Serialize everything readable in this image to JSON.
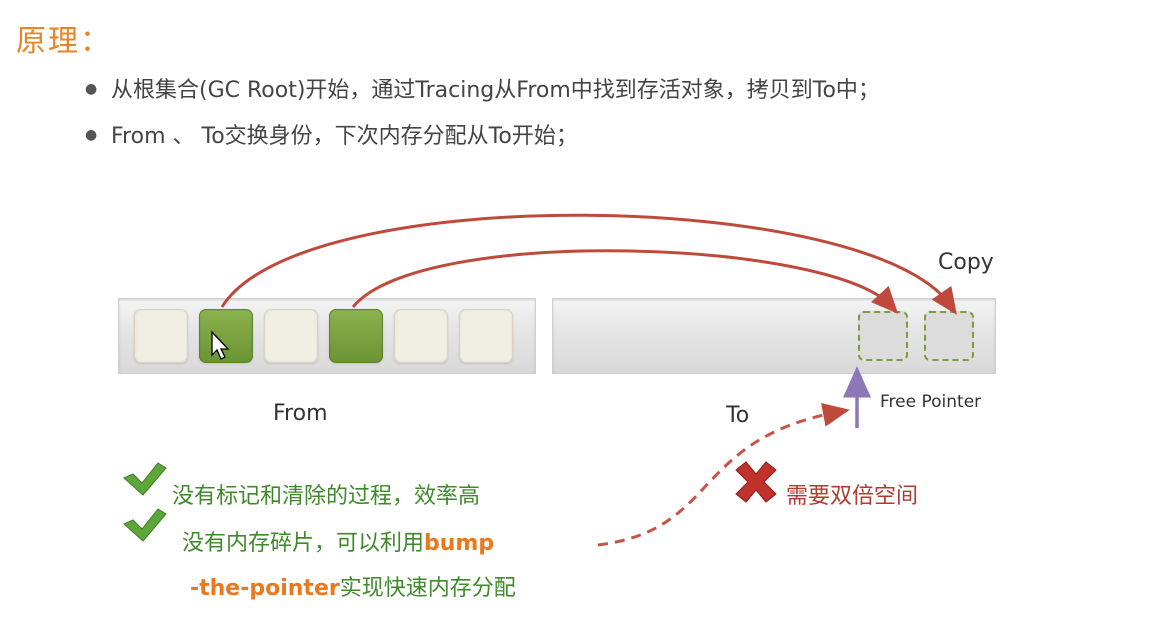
{
  "title": "原理：",
  "bullets": [
    "从根集合(GC Root)开始，通过Tracing从From中找到存活对象，拷贝到To中；",
    "From 、 To交换身份，下次内存分配从To开始；"
  ],
  "diagram": {
    "copy_label": "Copy",
    "from_label": "From",
    "to_label": "To",
    "free_pointer_label": "Free Pointer",
    "from_cells": [
      {
        "live": false
      },
      {
        "live": true
      },
      {
        "live": false
      },
      {
        "live": true
      },
      {
        "live": false
      },
      {
        "live": false
      }
    ],
    "colors": {
      "arrow": "#bf4a3c",
      "pointer": "#8c77b7",
      "live_cell": "#7aa342",
      "title": "#e98426"
    }
  },
  "advantages": {
    "item1": "没有标记和清除的过程，效率高",
    "item2_prefix": "没有内存碎片，可以利用",
    "item2_highlight": "bump",
    "item3_highlight": "-the-pointer",
    "item3_suffix": "实现快速内存分配"
  },
  "disadvantage": {
    "text": "需要双倍空间"
  }
}
